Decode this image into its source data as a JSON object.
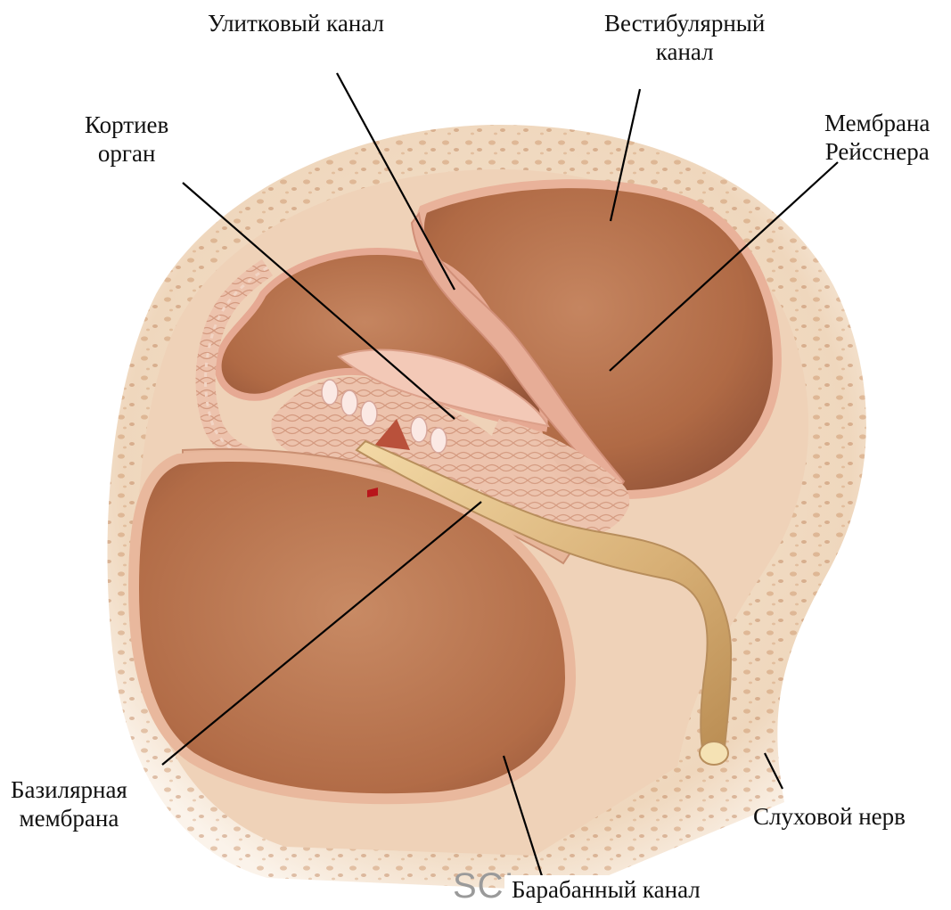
{
  "labels": {
    "cochlear_duct": "Улитковый канал",
    "vestibular_line1": "Вестибулярный",
    "vestibular_line2": "канал",
    "corti_line1": "Кортиев",
    "corti_line2": "орган",
    "reissner_line1": "Мембрана",
    "reissner_line2": "Рейсснера",
    "basilar_line1": "Базилярная",
    "basilar_line2": "мембрана",
    "auditory_nerve": "Слуховой нерв",
    "tympanic_duct": "Барабанный канал"
  },
  "watermark": "SCI",
  "colors": {
    "bone": "#f1dcc4",
    "bone_dark": "#e2c4a2",
    "duct_fill": "#b9714c",
    "duct_rim": "#e8b39a",
    "nerve": "#d9b47c",
    "leader_line": "#000000"
  }
}
